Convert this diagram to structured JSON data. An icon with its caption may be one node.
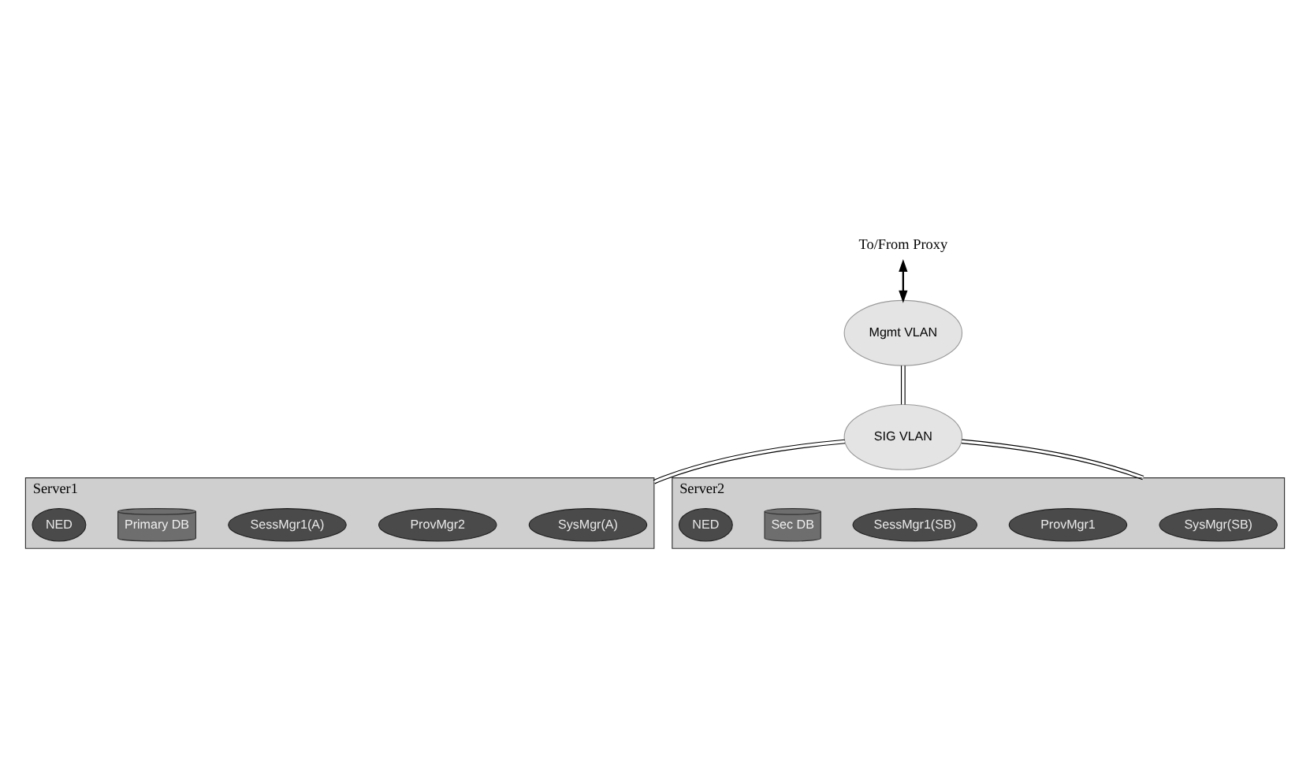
{
  "diagram": {
    "nodes": [
      {
        "text": [
          "To/From Proxy"
        ]
      },
      {
        "text": [
          "Mgmt VLAN"
        ]
      },
      {
        "text": [
          "SIG VLAN"
        ]
      },
      {
        "text": [
          "Server1"
        ]
      },
      {
        "text": [
          "SysMgr(A)"
        ],
        "in": 3
      },
      {
        "text": [
          "ProvMgr2"
        ],
        "in": 3
      },
      {
        "text": [
          "SessMgr1(A)"
        ],
        "in": 3
      },
      {
        "text": [
          "Primary DB"
        ],
        "in": 3
      },
      {
        "text": [
          "NED"
        ],
        "in": 3
      },
      {
        "text": [
          "Server2"
        ]
      },
      {
        "text": [
          "SysMgr(SB)"
        ],
        "in": 9
      },
      {
        "text": [
          "ProvMgr1"
        ],
        "in": 9
      },
      {
        "text": [
          "SessMgr1(SB)"
        ],
        "in": 9
      },
      {
        "text": [
          "Sec DB"
        ],
        "in": 9
      },
      {
        "text": [
          "NED"
        ],
        "in": 9
      }
    ],
    "edges": [
      {
        "from": 0,
        "to": 1,
        "arrow": "both"
      },
      {
        "from": 1,
        "to": 2,
        "arrow": "none"
      },
      {
        "from": 3,
        "to": 2,
        "arrow": "none"
      },
      {
        "from": 2,
        "to": 9,
        "arrow": "none"
      }
    ]
  }
}
